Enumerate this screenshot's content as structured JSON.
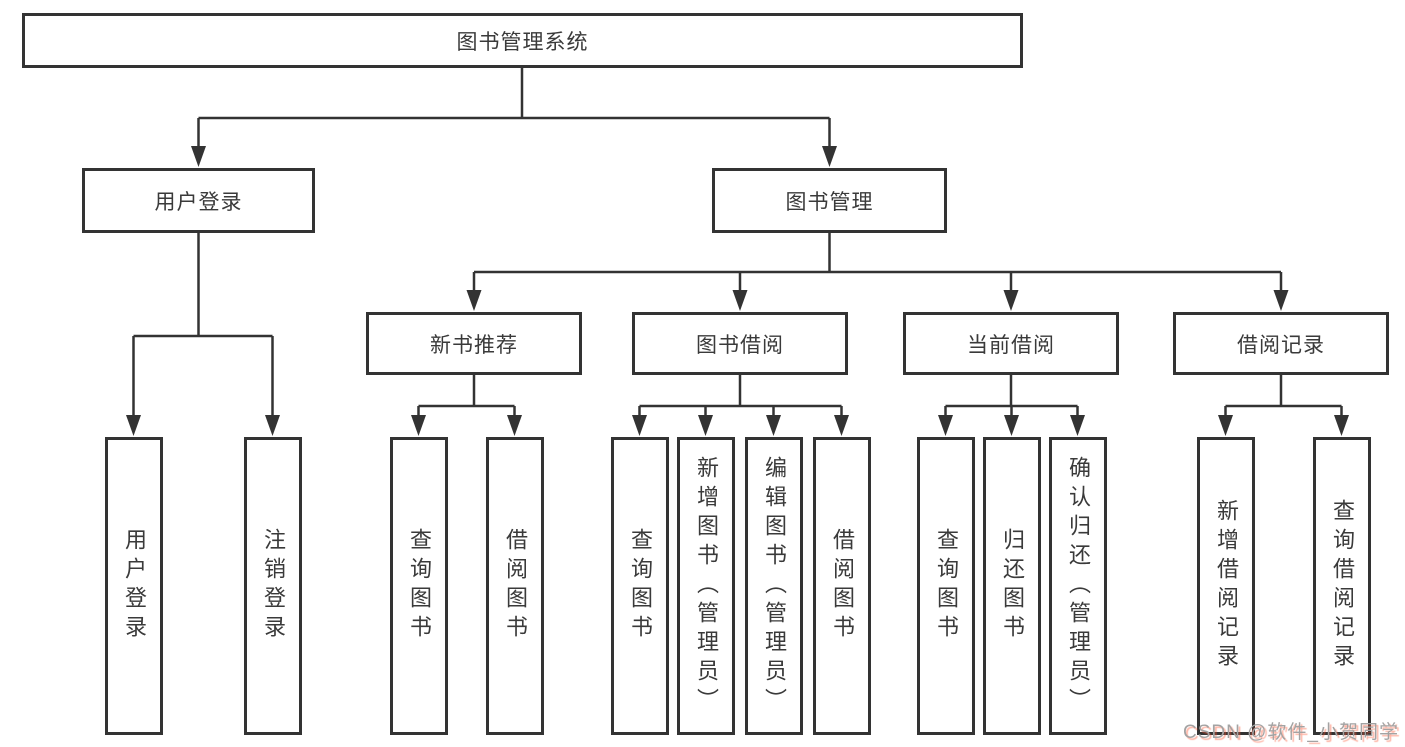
{
  "diagram": {
    "root": "图书管理系统",
    "user_login": {
      "label": "用户登录",
      "leaves": [
        "用户登录",
        "注销登录"
      ]
    },
    "book_mgmt": {
      "label": "图书管理",
      "groups": [
        {
          "label": "新书推荐",
          "leaves": [
            "查询图书",
            "借阅图书"
          ]
        },
        {
          "label": "图书借阅",
          "leaves": [
            "查询图书",
            "新增图书（管理员）",
            "编辑图书（管理员）",
            "借阅图书"
          ]
        },
        {
          "label": "当前借阅",
          "leaves": [
            "查询图书",
            "归还图书",
            "确认归还（管理员）"
          ]
        },
        {
          "label": "借阅记录",
          "leaves": [
            "新增借阅记录",
            "查询借阅记录"
          ]
        }
      ]
    }
  },
  "watermark": "CSDN @软件_小贺同学",
  "colors": {
    "line": "#333333",
    "text": "#3a3a3a",
    "watermark_gray": "#a3a3a3",
    "watermark_accent": "#fc5531"
  }
}
